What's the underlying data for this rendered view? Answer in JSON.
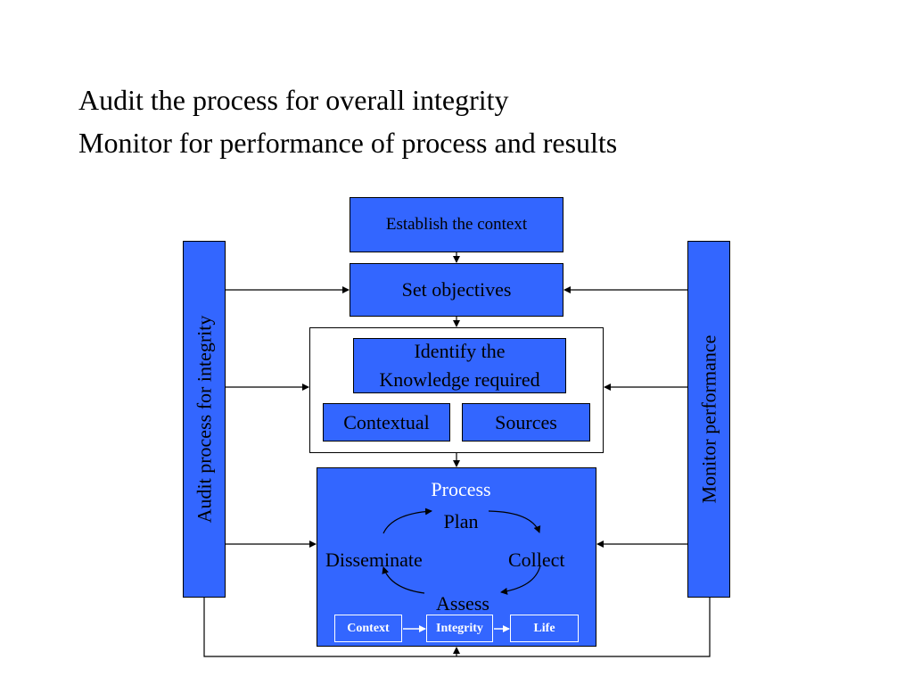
{
  "heading": {
    "line1": "Audit the process for overall integrity",
    "line2": "Monitor for performance of process and results"
  },
  "diagram": {
    "establish_context": "Establish the context",
    "set_objectives": "Set objectives",
    "identify_knowledge": {
      "line1": "Identify the",
      "line2": "Knowledge required"
    },
    "contextual": "Contextual",
    "sources": "Sources",
    "audit_bar": "Audit process for integrity",
    "monitor_bar": "Monitor performance",
    "process": {
      "title": "Process",
      "plan": "Plan",
      "collect": "Collect",
      "assess": "Assess",
      "disseminate": "Disseminate"
    },
    "chain": {
      "context": "Context",
      "integrity": "Integrity",
      "life": "Life"
    }
  },
  "colors": {
    "box_fill": "#3366ff",
    "border": "#000000",
    "background": "#ffffff"
  }
}
